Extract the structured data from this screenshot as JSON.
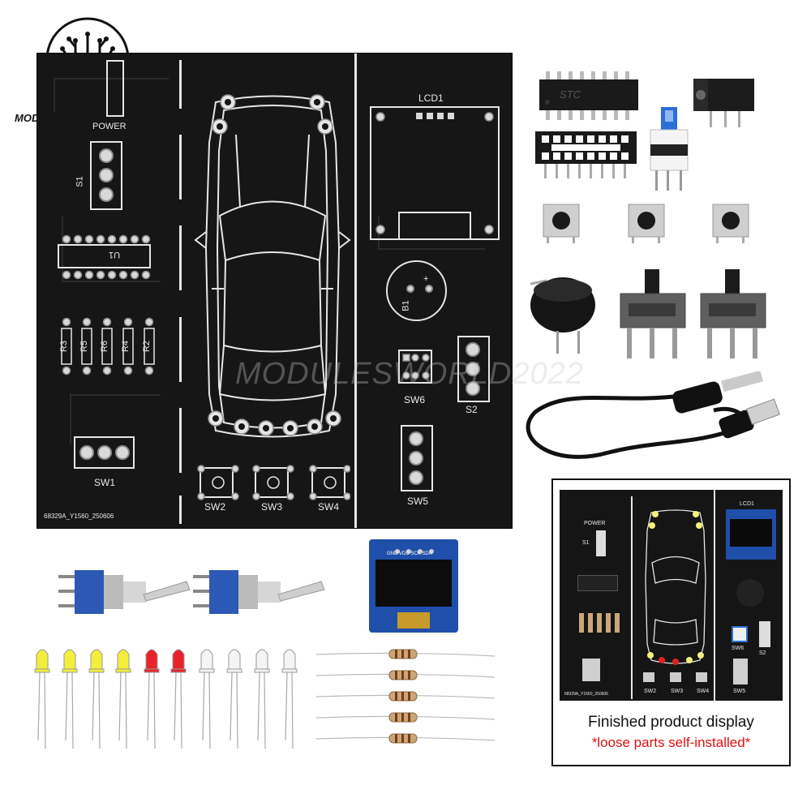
{
  "watermark": {
    "brand": "MODULESWORLD2022",
    "center_text": "MODULESWORLD2022"
  },
  "pcb": {
    "labels": {
      "power": "POWER",
      "s1": "S1",
      "u1": "U1",
      "r3": "R3",
      "r5": "R5",
      "r6": "R6",
      "r4": "R4",
      "r2": "R2",
      "sw1": "SW1",
      "sw2": "SW2",
      "sw3": "SW3",
      "sw4": "SW4",
      "sw5": "SW5",
      "sw6": "SW6",
      "s2": "S2",
      "b1": "B1",
      "b1_plus": "+",
      "lcd1": "LCD1",
      "part_number": "68329A_Y1560_250606"
    }
  },
  "parts": {
    "ic_marking": "STC",
    "oled_header": "GND VDD SCK SDA",
    "led_colors": [
      "#f2ee3a",
      "#f2ee3a",
      "#f2ee3a",
      "#f2ee3a",
      "#e8232a",
      "#e8232a",
      "#f4f4f4",
      "#f4f4f4",
      "#f4f4f4",
      "#f4f4f4"
    ]
  },
  "finished_panel": {
    "caption": "Finished product display",
    "note": "*loose parts self-installed*",
    "labels": {
      "power": "POWER",
      "lcd1": "LCD1",
      "s1": "S1",
      "sw2": "SW2",
      "sw3": "SW3",
      "sw4": "SW4",
      "sw5": "SW5",
      "sw6": "SW6",
      "s2": "S2",
      "part_number": "68329A_Y1560_250606"
    }
  }
}
